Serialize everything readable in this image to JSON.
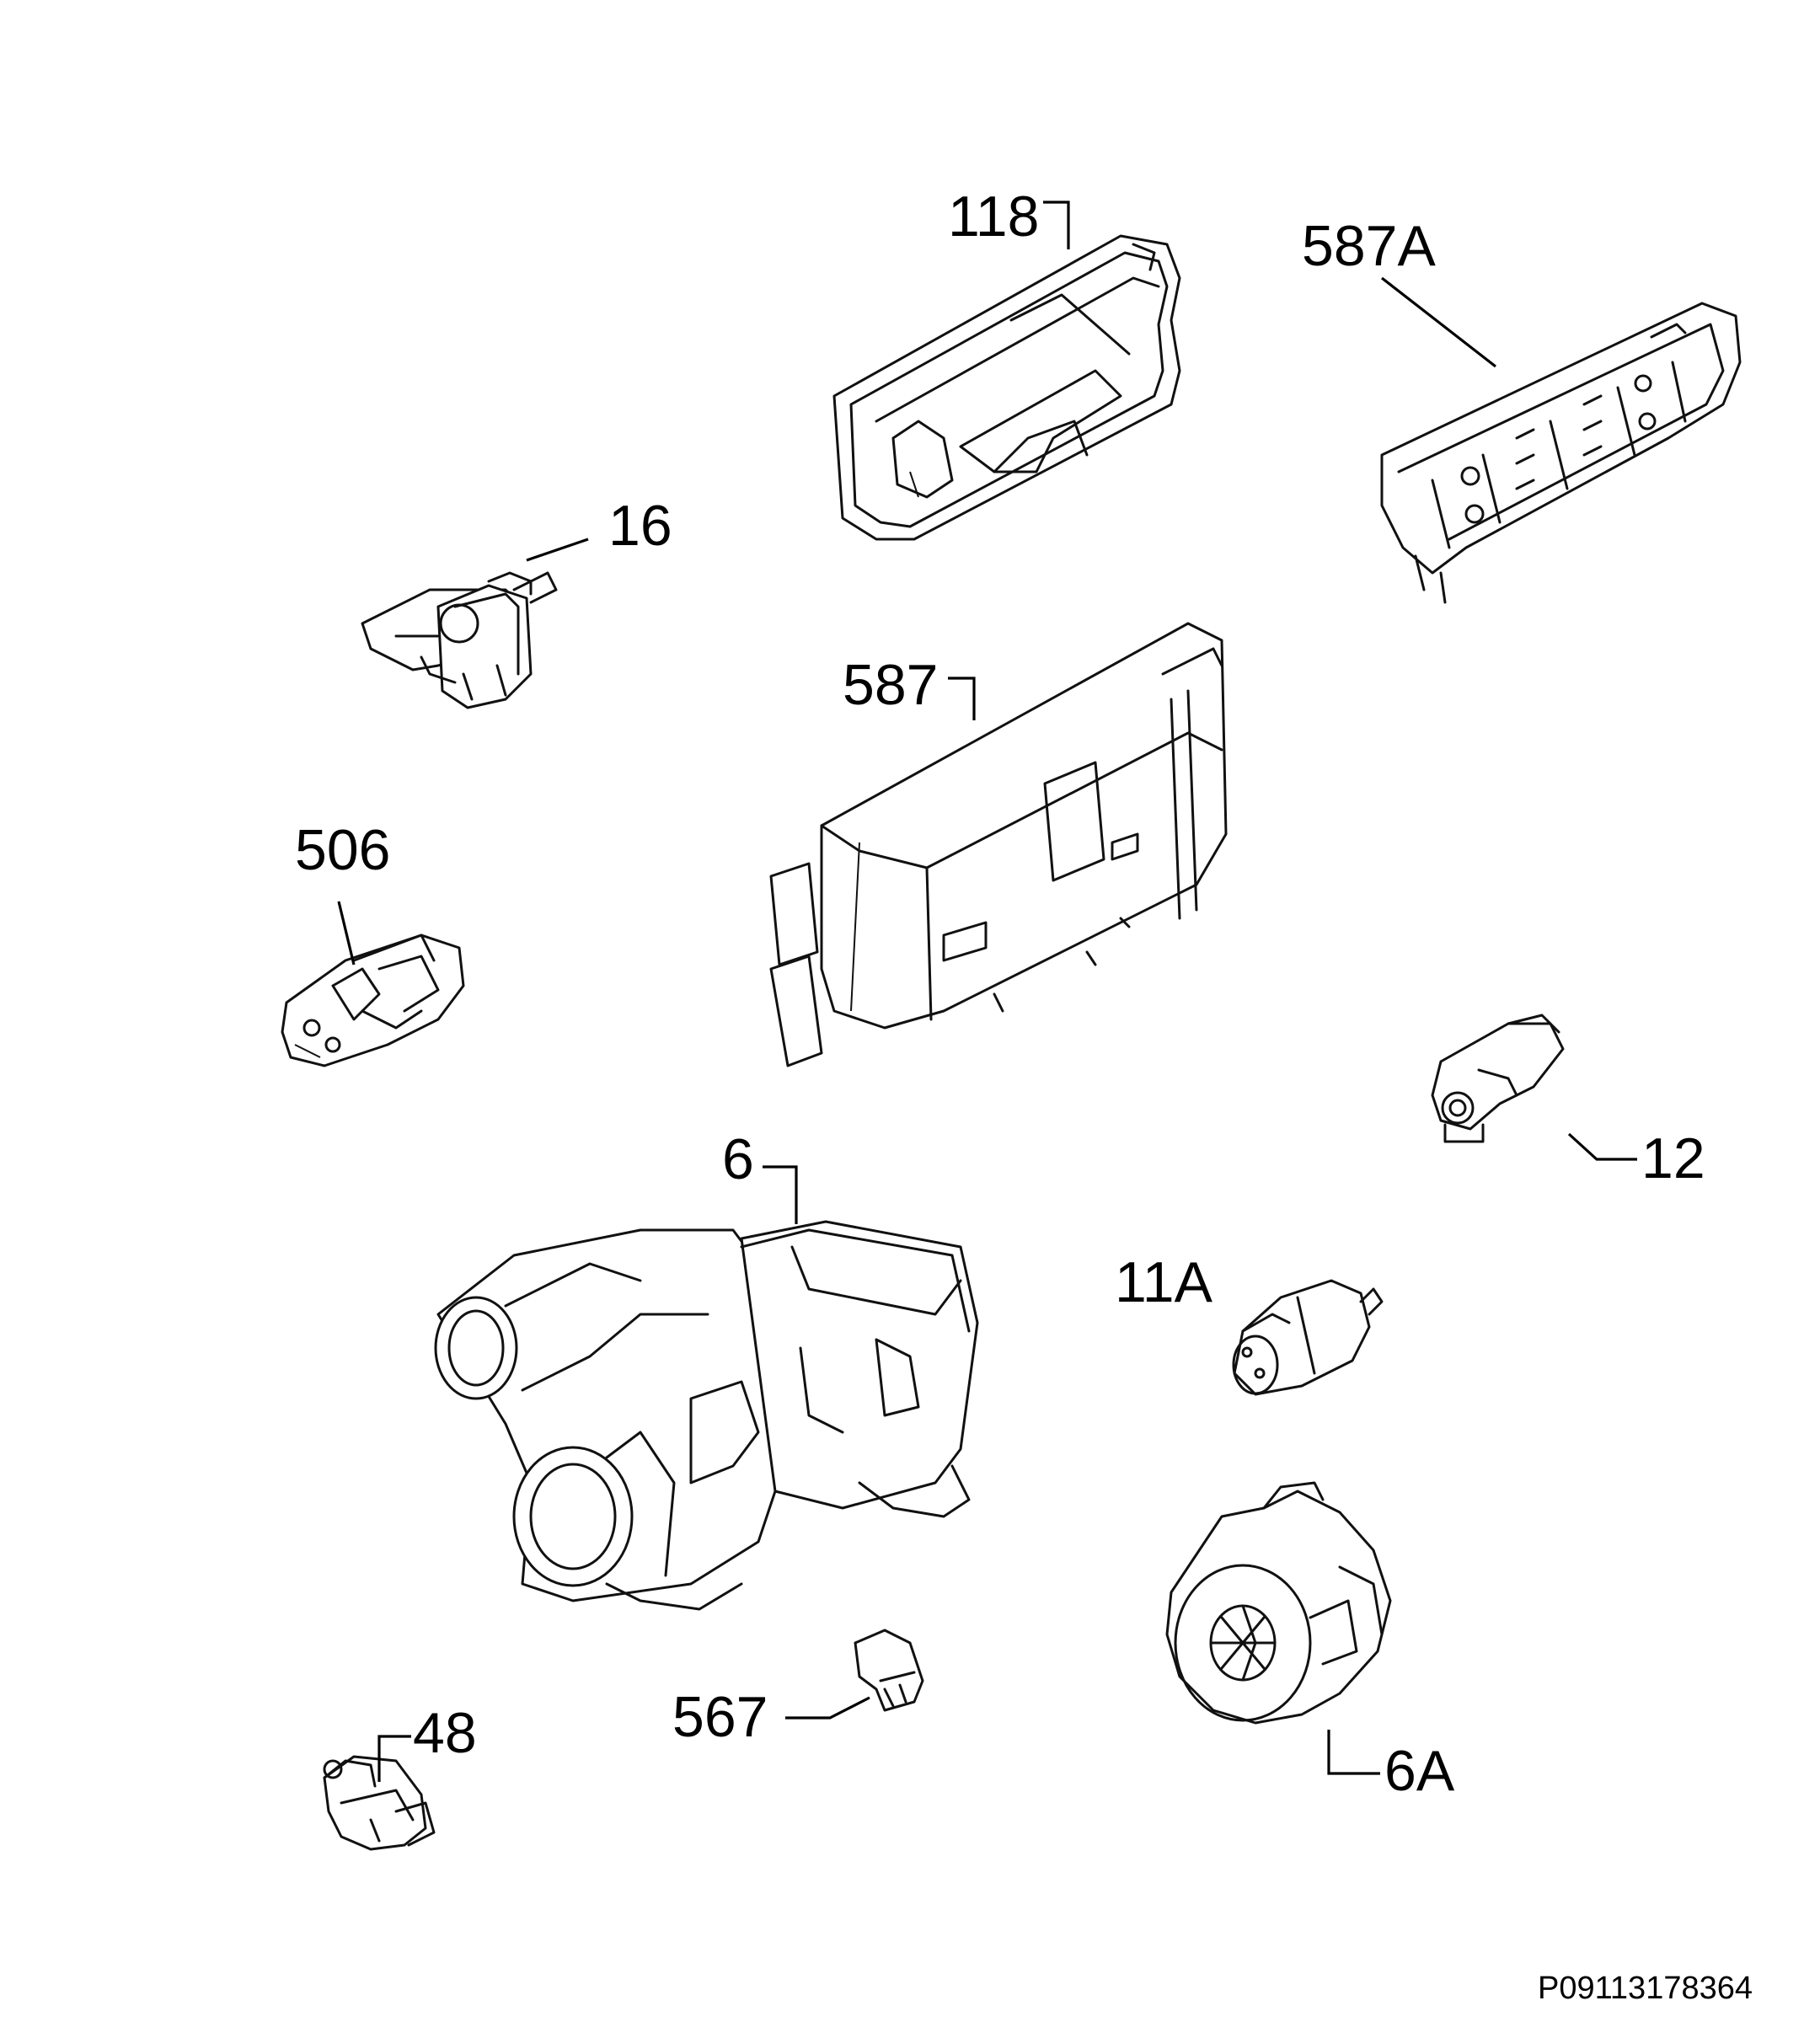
{
  "diagram": {
    "doc_id": "P09113178364",
    "callouts": {
      "c118": "118",
      "c587a": "587A",
      "c16": "16",
      "c587": "587",
      "c506": "506",
      "c12": "12",
      "c6": "6",
      "c11a": "11A",
      "c567": "567",
      "c48": "48",
      "c6a": "6A"
    }
  }
}
